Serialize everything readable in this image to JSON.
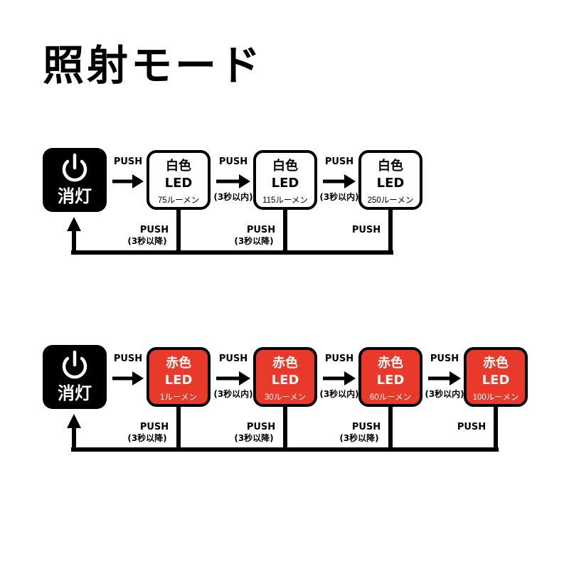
{
  "title": "照射モード",
  "colors": {
    "black": "#000000",
    "white": "#ffffff",
    "red": "#e8392a"
  },
  "off_label": "消灯",
  "off_icon": "power-icon",
  "white_mode": {
    "boxes": [
      {
        "line1": "白色",
        "line2": "LED",
        "lumen": "75ルーメン"
      },
      {
        "line1": "白色",
        "line2": "LED",
        "lumen": "115ルーメン"
      },
      {
        "line1": "白色",
        "line2": "LED",
        "lumen": "250ルーメン"
      }
    ],
    "arrows": [
      {
        "push": "PUSH",
        "sub": ""
      },
      {
        "push": "PUSH",
        "sub": "(3秒以内)"
      },
      {
        "push": "PUSH",
        "sub": "(3秒以内)"
      }
    ],
    "returns": [
      {
        "push": "PUSH",
        "sub": "(3秒以降)"
      },
      {
        "push": "PUSH",
        "sub": "(3秒以降)"
      },
      {
        "push": "PUSH",
        "sub": ""
      }
    ]
  },
  "red_mode": {
    "boxes": [
      {
        "line1": "赤色",
        "line2": "LED",
        "lumen": "1ルーメン"
      },
      {
        "line1": "赤色",
        "line2": "LED",
        "lumen": "30ルーメン"
      },
      {
        "line1": "赤色",
        "line2": "LED",
        "lumen": "60ルーメン"
      },
      {
        "line1": "赤色",
        "line2": "LED",
        "lumen": "100ルーメン"
      }
    ],
    "arrows": [
      {
        "push": "PUSH",
        "sub": ""
      },
      {
        "push": "PUSH",
        "sub": "(3秒以内)"
      },
      {
        "push": "PUSH",
        "sub": "(3秒以内)"
      },
      {
        "push": "PUSH",
        "sub": "(3秒以内)"
      }
    ],
    "returns": [
      {
        "push": "PUSH",
        "sub": "(3秒以降)"
      },
      {
        "push": "PUSH",
        "sub": "(3秒以降)"
      },
      {
        "push": "PUSH",
        "sub": "(3秒以降)"
      },
      {
        "push": "PUSH",
        "sub": ""
      }
    ]
  }
}
